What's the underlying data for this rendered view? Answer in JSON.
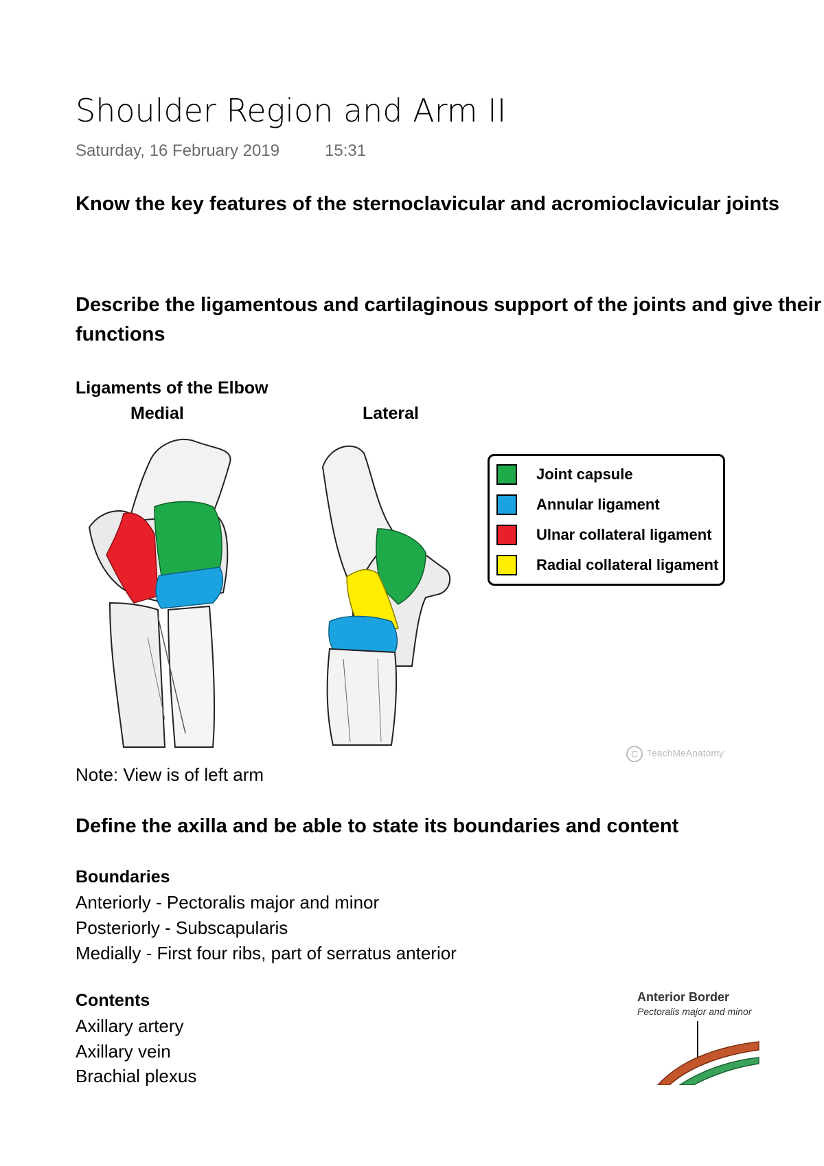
{
  "page": {
    "title": "Shoulder Region and Arm II",
    "date": "Saturday, 16 February 2019",
    "time": "15:31"
  },
  "sections": {
    "heading1": "Know the key features of the sternoclavicular and acromioclavicular joints",
    "heading2_line1": "Describe the ligamentous and cartilaginous support of the joints and give their",
    "heading2_line2": "functions",
    "figure_title": "Ligaments of the Elbow",
    "label_medial": "Medial",
    "label_lateral": "Lateral",
    "note": "Note: View is of left arm",
    "heading3": "Define the axilla and be able to state its boundaries and content",
    "boundaries_title": "Boundaries",
    "boundaries": [
      "Anteriorly - Pectoralis major and minor",
      "Posteriorly - Subscapularis",
      "Medially - First four ribs, part of serratus anterior"
    ],
    "contents_title": "Contents",
    "contents": [
      "Axillary artery",
      "Axillary vein",
      "Brachial plexus"
    ]
  },
  "legend": {
    "items": [
      {
        "label": "Joint capsule",
        "color": "#1faa4a"
      },
      {
        "label": "Annular ligament",
        "color": "#1aa3e0"
      },
      {
        "label": "Ulnar collateral ligament",
        "color": "#e8202a"
      },
      {
        "label": "Radial collateral ligament",
        "color": "#ffee00"
      }
    ]
  },
  "watermark": {
    "text": "TeachMeAnatomy"
  },
  "axilla_figure": {
    "title": "Anterior Border",
    "subtitle": "Pectoralis major and minor"
  }
}
